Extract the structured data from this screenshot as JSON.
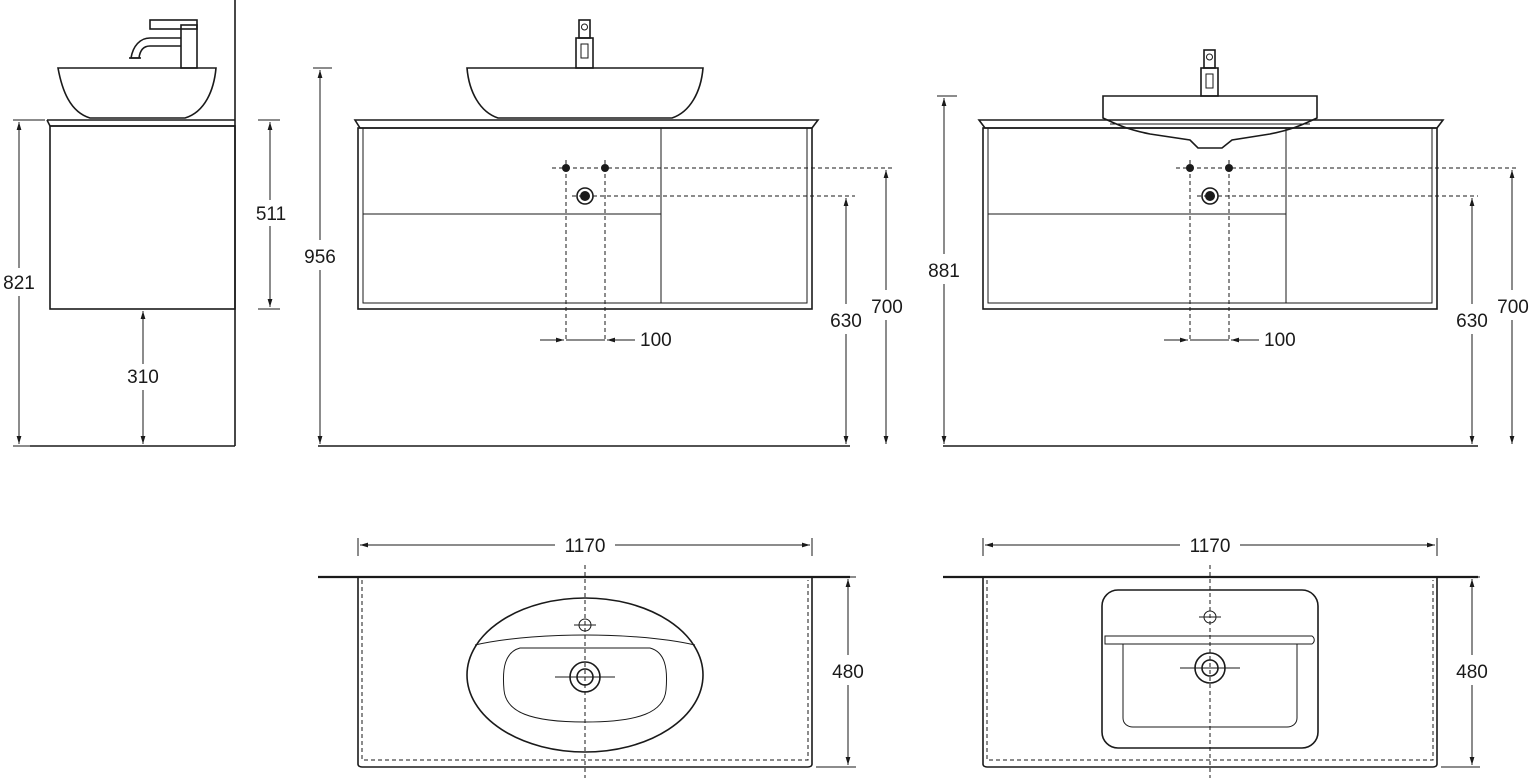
{
  "side_view": {
    "height_total": "821",
    "cabinet_height": "511",
    "floor_clearance": "310"
  },
  "front_view_vessel": {
    "height_total": "956",
    "drain_height": "630",
    "supply_height": "700",
    "supply_spacing": "100"
  },
  "front_view_integrated": {
    "height_total": "881",
    "drain_height": "630",
    "supply_height": "700",
    "supply_spacing": "100"
  },
  "plan_view_vessel": {
    "width": "1170",
    "depth": "480"
  },
  "plan_view_integrated": {
    "width": "1170",
    "depth": "480"
  }
}
